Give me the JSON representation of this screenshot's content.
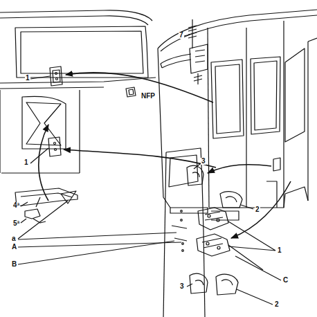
{
  "diagram": {
    "labels": [
      "1",
      "7",
      "NFP",
      "1",
      "4ª",
      "5ª",
      "a",
      "A",
      "B",
      "3",
      "2",
      "1",
      "C",
      "3",
      "2"
    ]
  }
}
